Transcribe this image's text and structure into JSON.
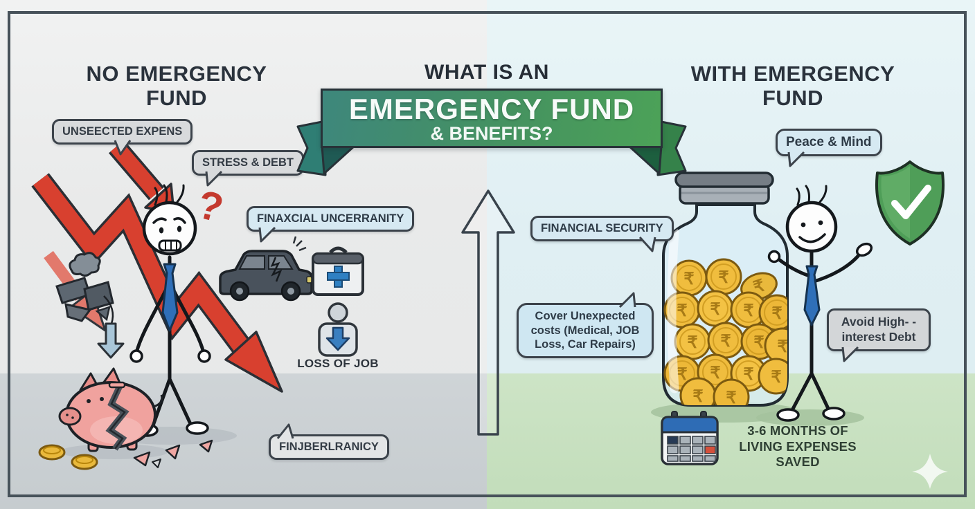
{
  "banner": {
    "kicker": "WHAT IS AN",
    "title": "EMERGENCY FUND",
    "subtitle": "& BENEFITS?"
  },
  "left": {
    "title": "NO EMERGENCY FUND",
    "bubbles": {
      "unexpected_expenses": "UNSEECTED EXPENS",
      "stress_debt": "STRESS & DEBT",
      "financial_uncertainty": "FINAXCIAL UNCERRANITY",
      "bottom_garbled": "FINJBERLRANICY"
    },
    "labels": {
      "loss_of_job": "LOSS OF JOB"
    },
    "question_mark": "?"
  },
  "right": {
    "title": "WITH EMERGENCY FUND",
    "bubbles": {
      "peace_mind": "Peace & Mind",
      "financial_security": "FINANCIAL SECURITY",
      "cover_costs": "Cover Unexpected costs (Medical, JOB Loss, Car Repairs)",
      "avoid_debt": "Avoid High- -interest Debt"
    },
    "labels": {
      "savings": "3-6 MONTHS OF LIVING EXPENSES SAVED"
    },
    "jar": {
      "coin_symbol": "₹"
    }
  },
  "colors": {
    "banner_teal": "#3e877c",
    "banner_green": "#4ca258",
    "arrow_red": "#d8402f",
    "tie_blue": "#2f6fb8",
    "piggy_pink": "#f0a29e",
    "shield_green": "#4f9e58",
    "coin_gold": "#f0bd3e",
    "floor_left_gray": "#cbd0d4",
    "floor_right_green": "#c6e1bf",
    "bubble_gray": "#d8dadc",
    "bubble_blue": "#d6e9f2",
    "heading_dark": "#2a323c"
  }
}
